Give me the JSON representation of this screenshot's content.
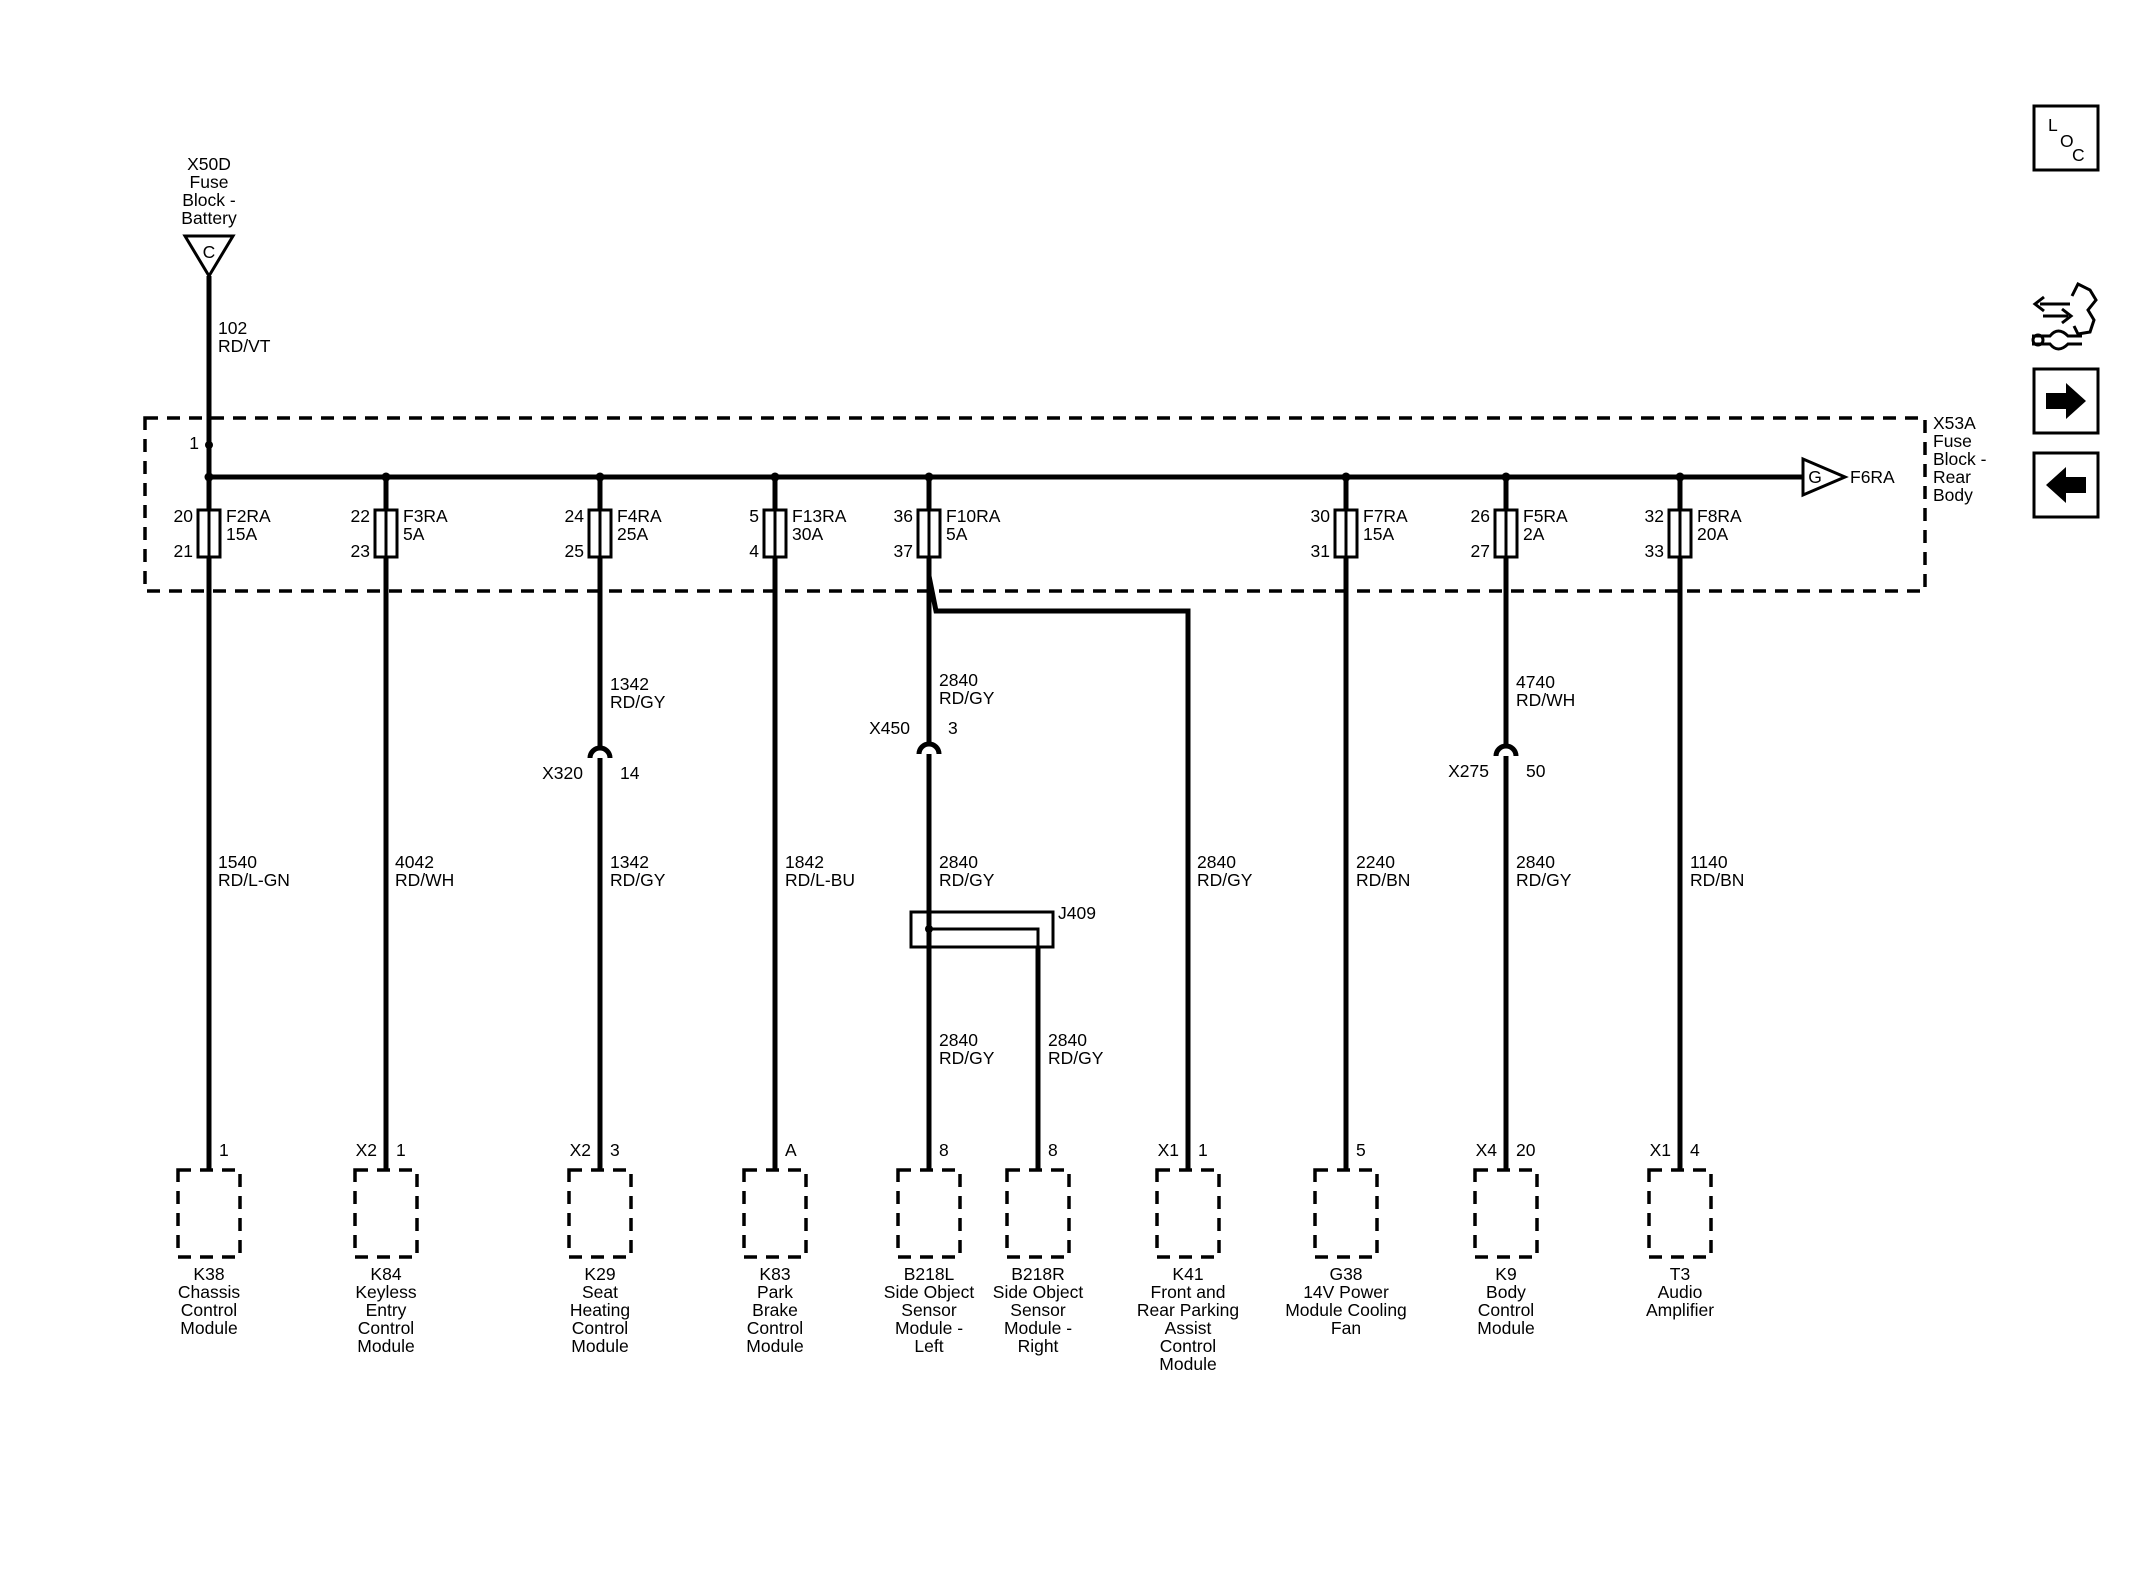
{
  "source": {
    "id": "X50D",
    "name_lines": [
      "Fuse",
      "Block -",
      "Battery"
    ],
    "terminal": "C",
    "pin": "1"
  },
  "feed_wire": {
    "circuit": "102",
    "color": "RD/VT"
  },
  "fuse_block": {
    "id": "X53A",
    "name_lines": [
      "Fuse",
      "Block -",
      "Rear",
      "Body"
    ],
    "output_terminal": "G",
    "output_label": "F6RA"
  },
  "colors": {
    "ink": "#000000",
    "background": "#ffffff"
  },
  "icons": [
    "loc-icon",
    "wrench-arrows-icon",
    "arrow-right-icon",
    "arrow-left-icon"
  ],
  "loc_letters": [
    "L",
    "O",
    "C"
  ],
  "fuses": [
    {
      "name": "F2RA",
      "rating": "15A",
      "pin_in": "20",
      "pin_out": "21"
    },
    {
      "name": "F3RA",
      "rating": "5A",
      "pin_in": "22",
      "pin_out": "23"
    },
    {
      "name": "F4RA",
      "rating": "25A",
      "pin_in": "24",
      "pin_out": "25"
    },
    {
      "name": "F13RA",
      "rating": "30A",
      "pin_in": "5",
      "pin_out": "4"
    },
    {
      "name": "F10RA",
      "rating": "5A",
      "pin_in": "36",
      "pin_out": "37"
    },
    {
      "name": "F7RA",
      "rating": "15A",
      "pin_in": "30",
      "pin_out": "31"
    },
    {
      "name": "F5RA",
      "rating": "2A",
      "pin_in": "26",
      "pin_out": "27"
    },
    {
      "name": "F8RA",
      "rating": "20A",
      "pin_in": "32",
      "pin_out": "33"
    }
  ],
  "inline_connectors": [
    {
      "id": "X320",
      "pin": "14",
      "upper_circuit": "1342",
      "upper_color": "RD/GY"
    },
    {
      "id": "X450",
      "pin": "3",
      "upper_circuit": "2840",
      "upper_color": "RD/GY"
    },
    {
      "id": "X275",
      "pin": "50",
      "upper_circuit": "4740",
      "upper_color": "RD/WH"
    }
  ],
  "splice": {
    "id": "J409"
  },
  "wires": [
    {
      "circuit": "1540",
      "color": "RD/L-GN"
    },
    {
      "circuit": "4042",
      "color": "RD/WH"
    },
    {
      "circuit": "1342",
      "color": "RD/GY"
    },
    {
      "circuit": "1842",
      "color": "RD/L-BU"
    },
    {
      "circuit": "2840",
      "color": "RD/GY"
    },
    {
      "circuit": "2840",
      "color": "RD/GY"
    },
    {
      "circuit": "2840",
      "color": "RD/GY"
    },
    {
      "circuit": "2840",
      "color": "RD/GY"
    },
    {
      "circuit": "2240",
      "color": "RD/BN"
    },
    {
      "circuit": "2840",
      "color": "RD/GY"
    },
    {
      "circuit": "1140",
      "color": "RD/BN"
    }
  ],
  "components": [
    {
      "id": "K38",
      "connector": "",
      "pin": "1",
      "name_lines": [
        "Chassis",
        "Control",
        "Module"
      ]
    },
    {
      "id": "K84",
      "connector": "X2",
      "pin": "1",
      "name_lines": [
        "Keyless",
        "Entry",
        "Control",
        "Module"
      ]
    },
    {
      "id": "K29",
      "connector": "X2",
      "pin": "3",
      "name_lines": [
        "Seat",
        "Heating",
        "Control",
        "Module"
      ]
    },
    {
      "id": "K83",
      "connector": "",
      "pin": "A",
      "name_lines": [
        "Park",
        "Brake",
        "Control",
        "Module"
      ]
    },
    {
      "id": "B218L",
      "connector": "",
      "pin": "8",
      "name_lines": [
        "Side Object",
        "Sensor",
        "Module -",
        "Left"
      ]
    },
    {
      "id": "B218R",
      "connector": "",
      "pin": "8",
      "name_lines": [
        "Side Object",
        "Sensor",
        "Module -",
        "Right"
      ]
    },
    {
      "id": "K41",
      "connector": "X1",
      "pin": "1",
      "name_lines": [
        "Front and",
        "Rear Parking",
        "Assist",
        "Control",
        "Module"
      ]
    },
    {
      "id": "G38",
      "connector": "",
      "pin": "5",
      "name_lines": [
        "14V Power",
        "Module Cooling",
        "Fan"
      ]
    },
    {
      "id": "K9",
      "connector": "X4",
      "pin": "20",
      "name_lines": [
        "Body",
        "Control",
        "Module"
      ]
    },
    {
      "id": "T3",
      "connector": "X1",
      "pin": "4",
      "name_lines": [
        "Audio",
        "Amplifier"
      ]
    }
  ]
}
